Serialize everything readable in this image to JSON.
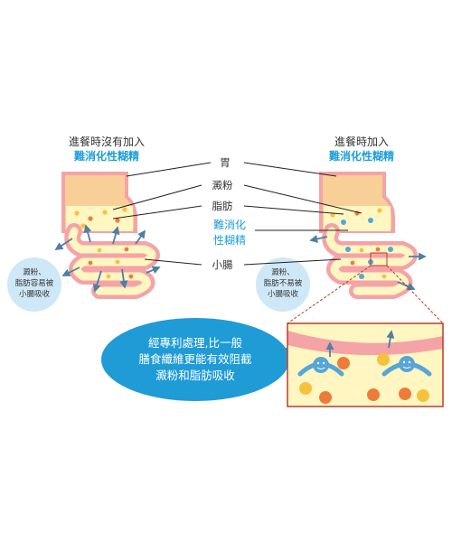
{
  "left": {
    "heading_line1": "進餐時沒有加入",
    "heading_line2": "難消化性糊精",
    "bubble_lines": [
      "澱粉、",
      "脂肪容易被",
      "小腸吸收"
    ]
  },
  "right": {
    "heading_line1": "進餐時加入",
    "heading_line2": "難消化性糊精",
    "bubble_lines": [
      "澱粉、",
      "脂肪不易被",
      "小腸吸收"
    ]
  },
  "labels": {
    "stomach": "胃",
    "starch": "澱粉",
    "fat": "脂肪",
    "dextrin_line1": "難消化",
    "dextrin_line2": "性糊精",
    "small_intestine": "小腸"
  },
  "callout": {
    "lines": [
      "經專利處理,比一般",
      "膳食纖維更能有效阻截",
      "澱粉和脂肪吸收"
    ]
  },
  "colors": {
    "stomach_fill": "#f8cf96",
    "wall": "#f4a3a6",
    "chyme": "#fff6c2",
    "starch_dot": "#f6c23e",
    "fat_dot": "#ef7b3b",
    "dextrin": "#56a6d8",
    "callout_blue": "#1f9bd6",
    "bubble_blue": "#cfe8f7",
    "zoom_border": "#c0392b"
  }
}
